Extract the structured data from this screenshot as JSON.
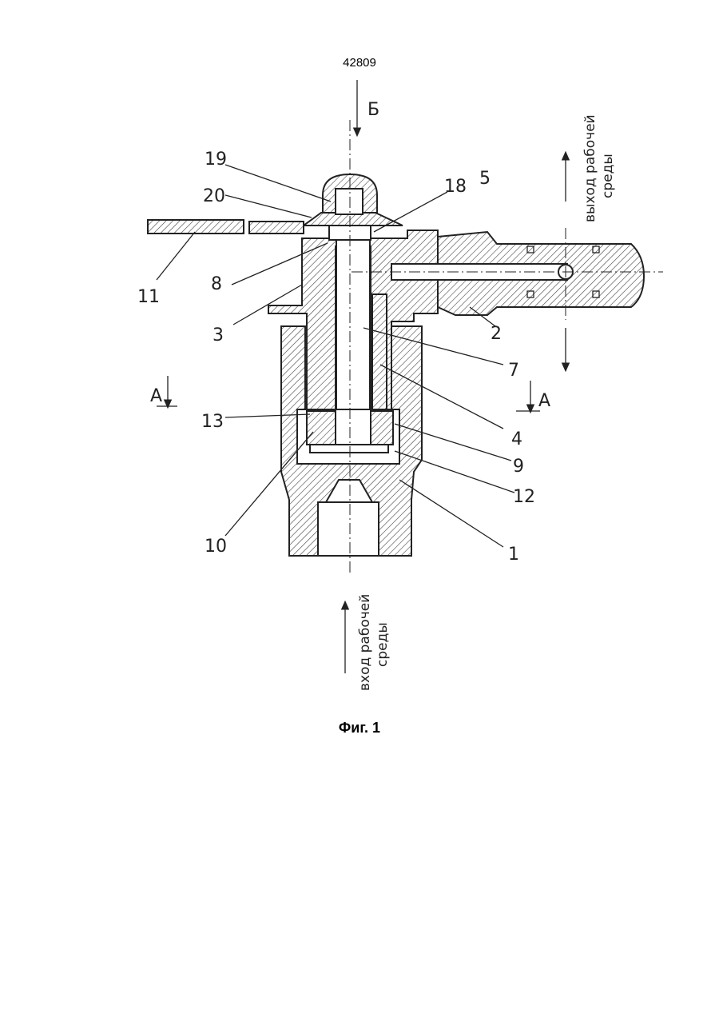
{
  "page_number": "42809",
  "caption": "Фиг. 1",
  "section_marks": {
    "top_view": "Б",
    "section_left": "А",
    "section_right": "А"
  },
  "flow_labels": {
    "outlet": [
      "выход рабочей",
      "среды"
    ],
    "inlet": [
      "вход рабочей",
      "среды"
    ]
  },
  "callouts": [
    "19",
    "20",
    "18",
    "5",
    "11",
    "8",
    "3",
    "2",
    "7",
    "4",
    "13",
    "9",
    "12",
    "10",
    "1"
  ]
}
